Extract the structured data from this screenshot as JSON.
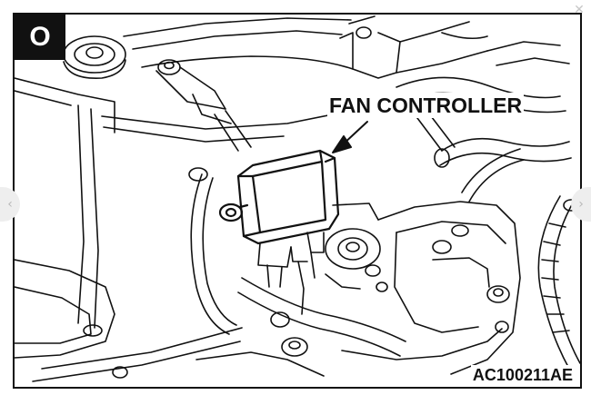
{
  "figure": {
    "badge": "O",
    "callout_label": "FAN CONTROLLER",
    "figure_code": "AC100211AE"
  },
  "viewer": {
    "close_glyph": "✕",
    "prev_glyph": "‹",
    "next_glyph": "›"
  },
  "icons": {
    "close": "close-icon",
    "prev": "chevron-left-icon",
    "next": "chevron-right-icon"
  },
  "colors": {
    "ink": "#111111",
    "viewer_controls": "#c8c8c8"
  }
}
